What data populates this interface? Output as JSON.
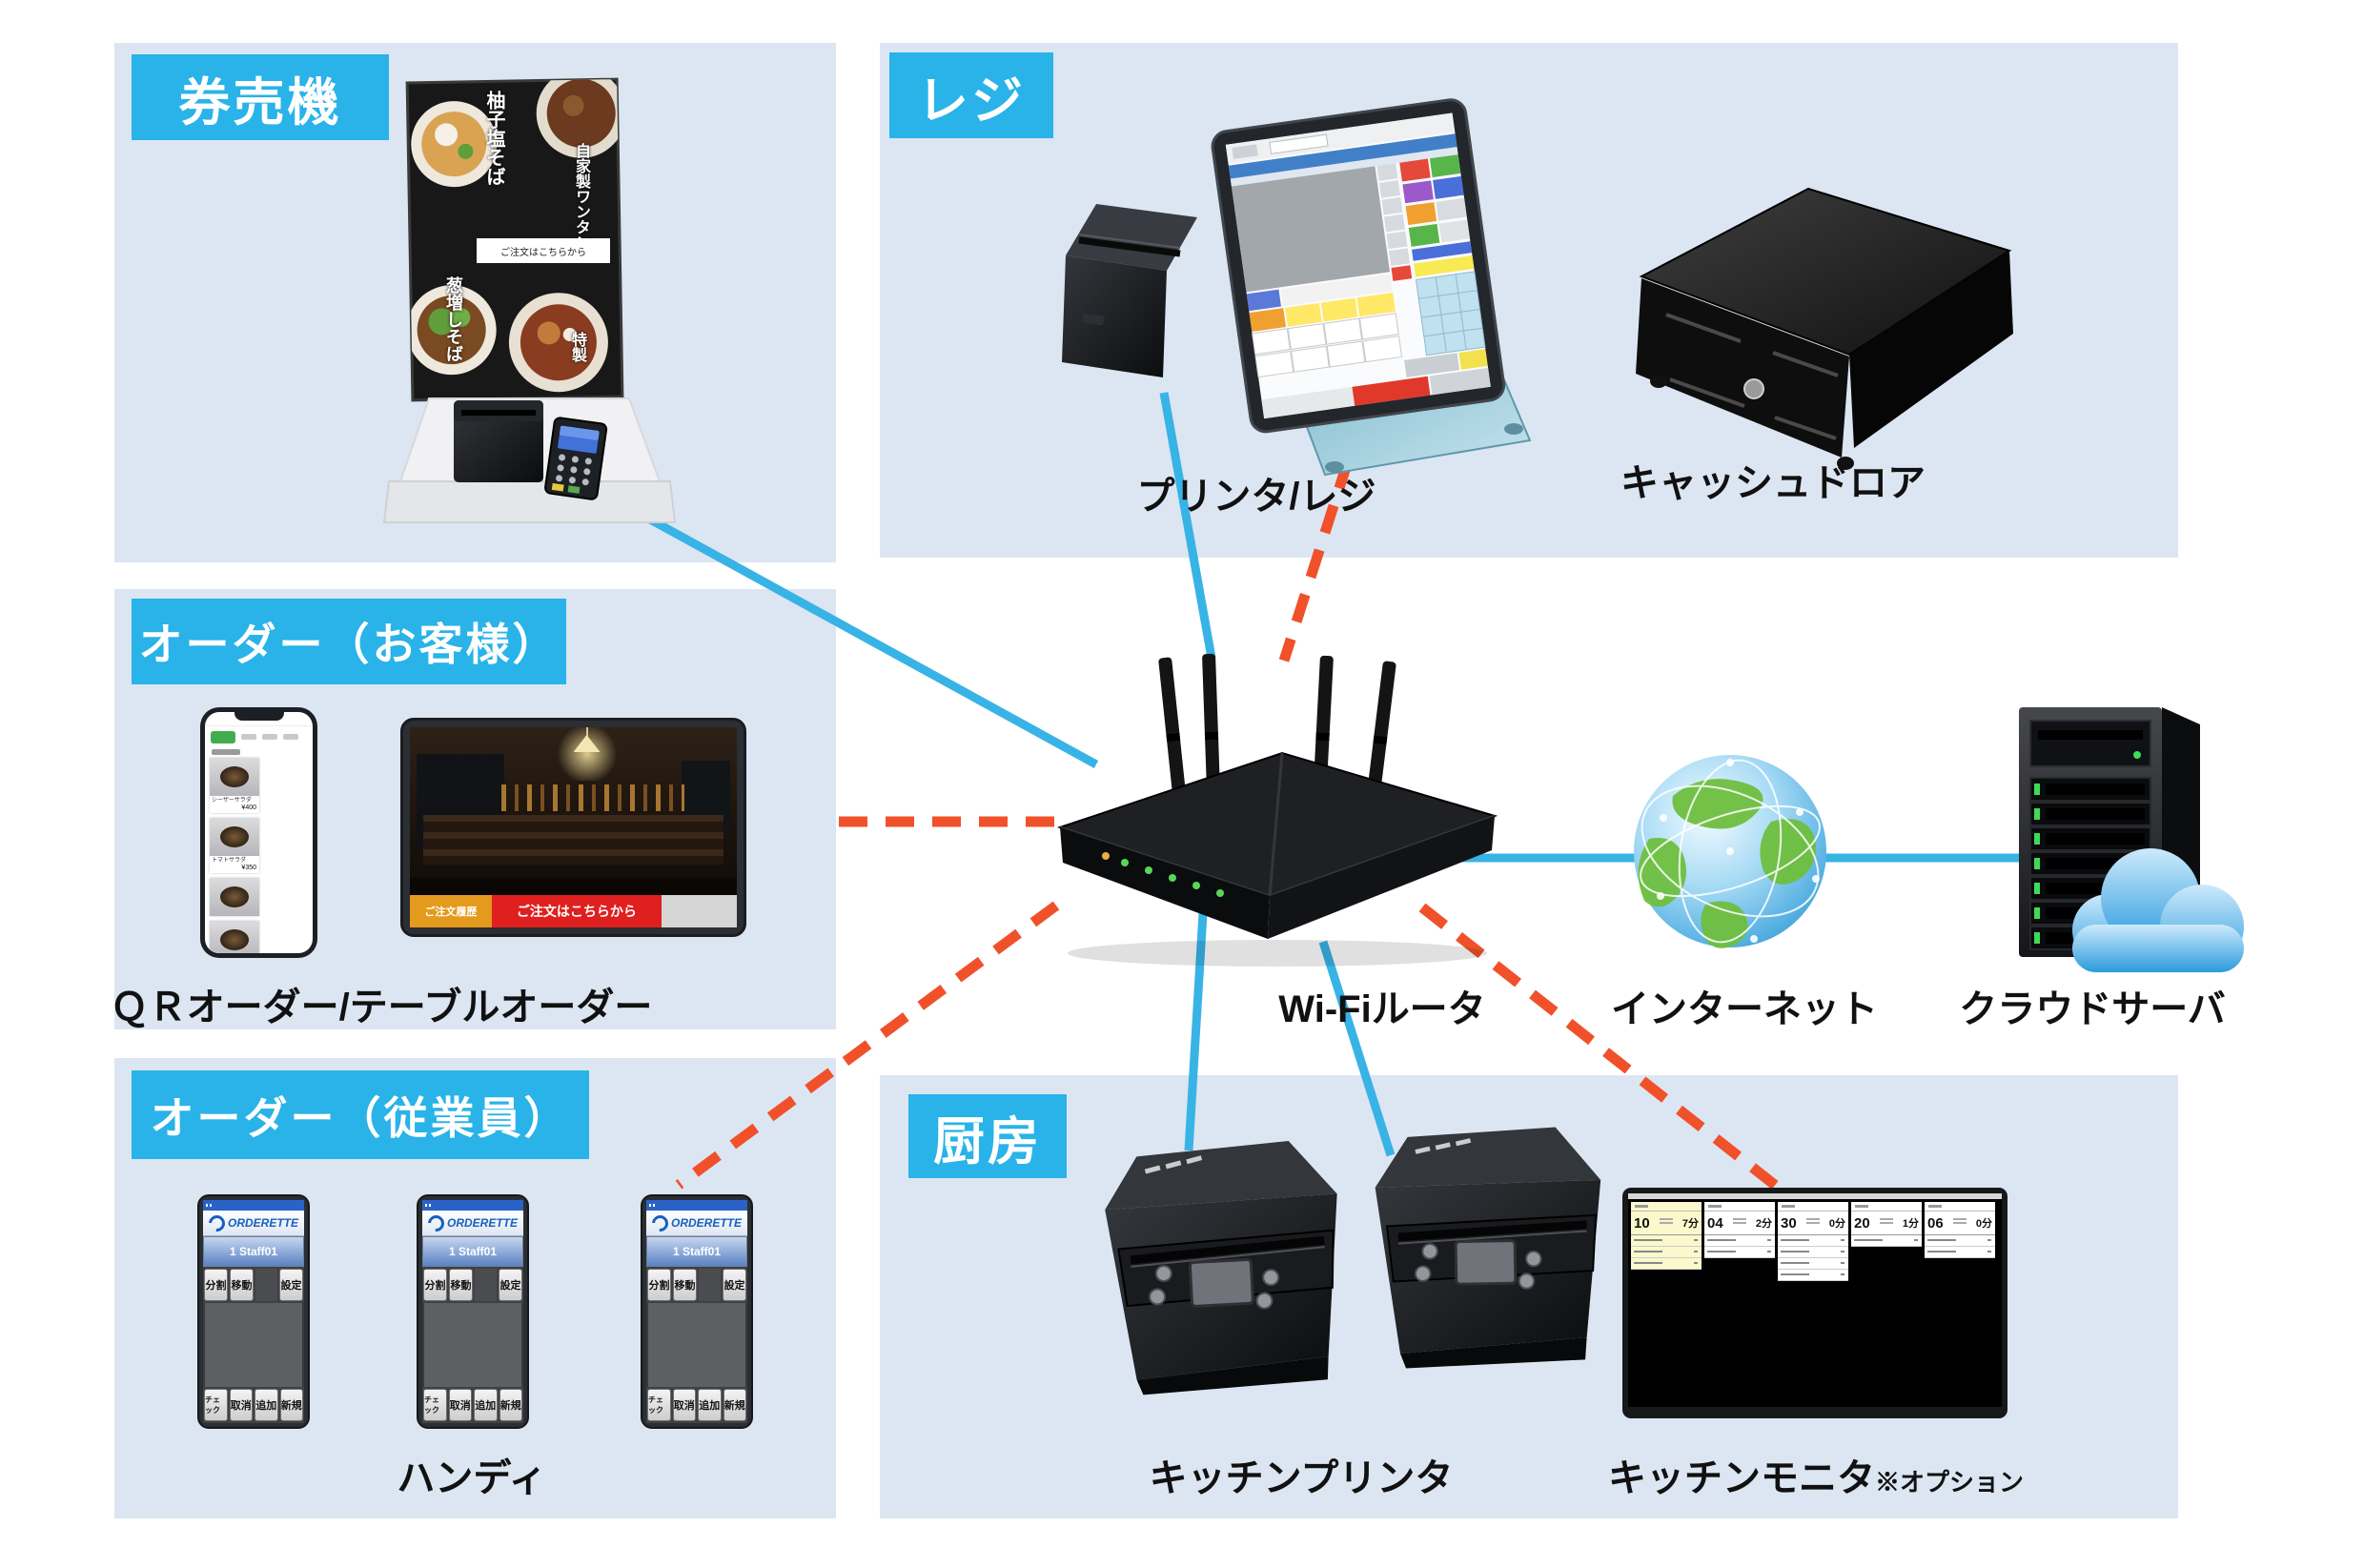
{
  "kenbaiki": {
    "tag": "券売機",
    "board_text_1": "柚子塩そば",
    "board_text_2": "自家製ワンタン",
    "board_text_3": "葱増しそば",
    "board_text_4": "特製",
    "banner": "ご注文はこちらから"
  },
  "reji": {
    "tag": "レジ",
    "printer_label": "プリンタ/レジ",
    "drawer_label": "キャッシュドロア"
  },
  "order_customer": {
    "tag": "オーダー（お客様）",
    "label": "ＱＲオーダー/テーブルオーダー",
    "phone_items": [
      {
        "name": "シーザーサラダ",
        "price": "¥400"
      },
      {
        "name": "トマトサラダ",
        "price": "¥350"
      }
    ],
    "tablet_history_button": "ご注文履歴",
    "tablet_order_button": "ご注文はこちらから"
  },
  "order_staff": {
    "tag": "オーダー（従業員）",
    "label": "ハンディ",
    "phone": {
      "logo": "ORDERETTE",
      "staff_line": "1 Staff01",
      "btn_split": "分割",
      "btn_move": "移動",
      "btn_setting": "設定",
      "btn_check": "チェック",
      "btn_cancel": "取消",
      "btn_add": "追加",
      "btn_new": "新規"
    }
  },
  "kitchen": {
    "tag": "厨房",
    "printer_label": "キッチンプリンタ",
    "monitor_label": "キッチンモニタ",
    "monitor_note": "※オプション",
    "tickets": [
      {
        "num": "10",
        "time": "7分"
      },
      {
        "num": "04",
        "time": "2分"
      },
      {
        "num": "30",
        "time": "0分"
      },
      {
        "num": "20",
        "time": "1分"
      },
      {
        "num": "06",
        "time": "0分"
      }
    ]
  },
  "network": {
    "router_label": "Wi-Fiルータ",
    "internet_label": "インターネット",
    "cloud_label": "クラウドサーバ"
  }
}
